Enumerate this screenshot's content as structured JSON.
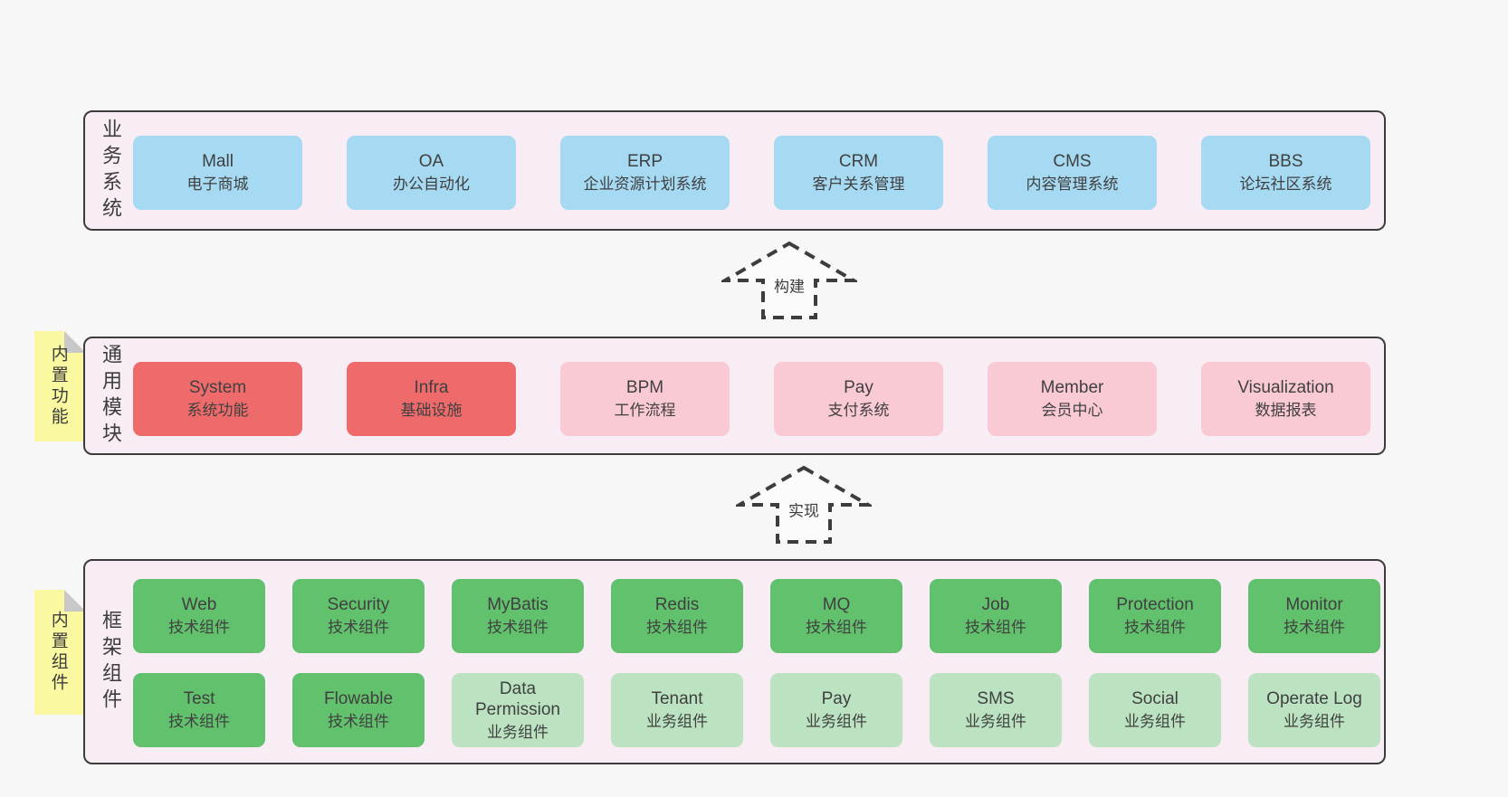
{
  "colors": {
    "background": "#f7f7f7",
    "layer_fill": "#f8edf5",
    "layer_border": "#3c3c3c",
    "blue_box": "#a6d9f2",
    "red_box": "#ef6b6b",
    "pink_box": "#facad4",
    "green_box": "#62c16d",
    "light_green_box": "#bbe3c1",
    "sticky_tab": "#faf8a0",
    "text": "#404040"
  },
  "arrows": {
    "build": "构建",
    "implement": "实现"
  },
  "layers": {
    "business": {
      "side_label": "业务系统",
      "boxes": [
        {
          "title": "Mall",
          "subtitle": "电子商城",
          "variant": "blue"
        },
        {
          "title": "OA",
          "subtitle": "办公自动化",
          "variant": "blue"
        },
        {
          "title": "ERP",
          "subtitle": "企业资源计划系统",
          "variant": "blue"
        },
        {
          "title": "CRM",
          "subtitle": "客户关系管理",
          "variant": "blue"
        },
        {
          "title": "CMS",
          "subtitle": "内容管理系统",
          "variant": "blue"
        },
        {
          "title": "BBS",
          "subtitle": "论坛社区系统",
          "variant": "blue"
        }
      ]
    },
    "modules": {
      "side_label": "通用模块",
      "tab_label": "内置功能",
      "boxes": [
        {
          "title": "System",
          "subtitle": "系统功能",
          "variant": "red"
        },
        {
          "title": "Infra",
          "subtitle": "基础设施",
          "variant": "red"
        },
        {
          "title": "BPM",
          "subtitle": "工作流程",
          "variant": "pink"
        },
        {
          "title": "Pay",
          "subtitle": "支付系统",
          "variant": "pink"
        },
        {
          "title": "Member",
          "subtitle": "会员中心",
          "variant": "pink"
        },
        {
          "title": "Visualization",
          "subtitle": "数据报表",
          "variant": "pink"
        }
      ]
    },
    "components": {
      "side_label": "框架组件",
      "tab_label": "内置组件",
      "row1": [
        {
          "title": "Web",
          "subtitle": "技术组件",
          "variant": "green"
        },
        {
          "title": "Security",
          "subtitle": "技术组件",
          "variant": "green"
        },
        {
          "title": "MyBatis",
          "subtitle": "技术组件",
          "variant": "green"
        },
        {
          "title": "Redis",
          "subtitle": "技术组件",
          "variant": "green"
        },
        {
          "title": "MQ",
          "subtitle": "技术组件",
          "variant": "green"
        },
        {
          "title": "Job",
          "subtitle": "技术组件",
          "variant": "green"
        },
        {
          "title": "Protection",
          "subtitle": "技术组件",
          "variant": "green"
        },
        {
          "title": "Monitor",
          "subtitle": "技术组件",
          "variant": "green"
        }
      ],
      "row2": [
        {
          "title": "Test",
          "subtitle": "技术组件",
          "variant": "green"
        },
        {
          "title": "Flowable",
          "subtitle": "技术组件",
          "variant": "green"
        },
        {
          "title": "Data Permission",
          "subtitle": "业务组件",
          "variant": "light"
        },
        {
          "title": "Tenant",
          "subtitle": "业务组件",
          "variant": "light"
        },
        {
          "title": "Pay",
          "subtitle": "业务组件",
          "variant": "light"
        },
        {
          "title": "SMS",
          "subtitle": "业务组件",
          "variant": "light"
        },
        {
          "title": "Social",
          "subtitle": "业务组件",
          "variant": "light"
        },
        {
          "title": "Operate Log",
          "subtitle": "业务组件",
          "variant": "light"
        }
      ]
    }
  }
}
